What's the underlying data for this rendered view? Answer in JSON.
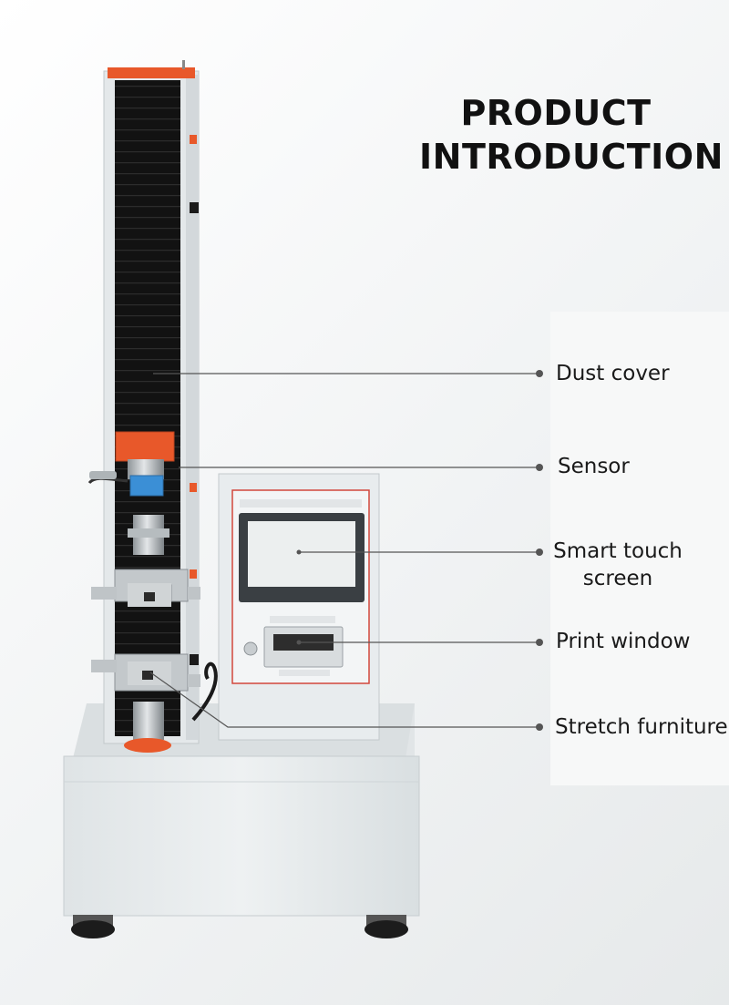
{
  "title": {
    "line1": "PRODUCT",
    "line2": "INTRODUCTION"
  },
  "callouts": [
    {
      "id": "dust-cover",
      "label": "Dust cover"
    },
    {
      "id": "sensor",
      "label": "Sensor"
    },
    {
      "id": "smart-touch-screen",
      "label_line1": "Smart touch",
      "label_line2": "screen"
    },
    {
      "id": "print-window",
      "label": "Print window"
    },
    {
      "id": "stretch-furniture",
      "label": "Stretch furniture"
    }
  ],
  "colors": {
    "accent_orange": "#e8582a",
    "column_black": "#141414",
    "panel_grey": "#e7ebec",
    "leader_line": "#555555"
  }
}
